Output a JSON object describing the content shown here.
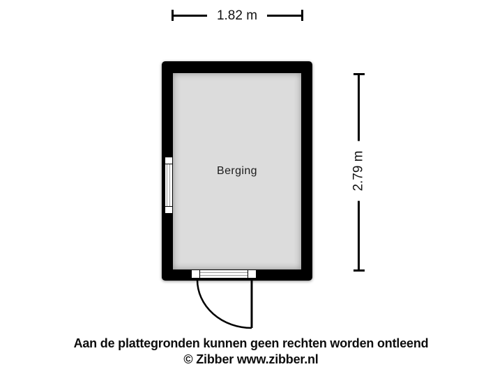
{
  "room": {
    "label": "Berging"
  },
  "dimensions": {
    "width": "1.82 m",
    "height": "2.79 m"
  },
  "footer": {
    "disclaimer": "Aan de plattegronden kunnen geen rechten worden ontleend",
    "copyright": "© Zibber www.zibber.nl"
  },
  "symbols": {
    "window": "window-icon",
    "door": "door-swing-icon"
  },
  "colors": {
    "wall": "#000000",
    "floor": "#dcdcdc",
    "bg": "#ffffff",
    "line": "#000000",
    "text": "#111111",
    "glazing": "#9a9a9a"
  }
}
